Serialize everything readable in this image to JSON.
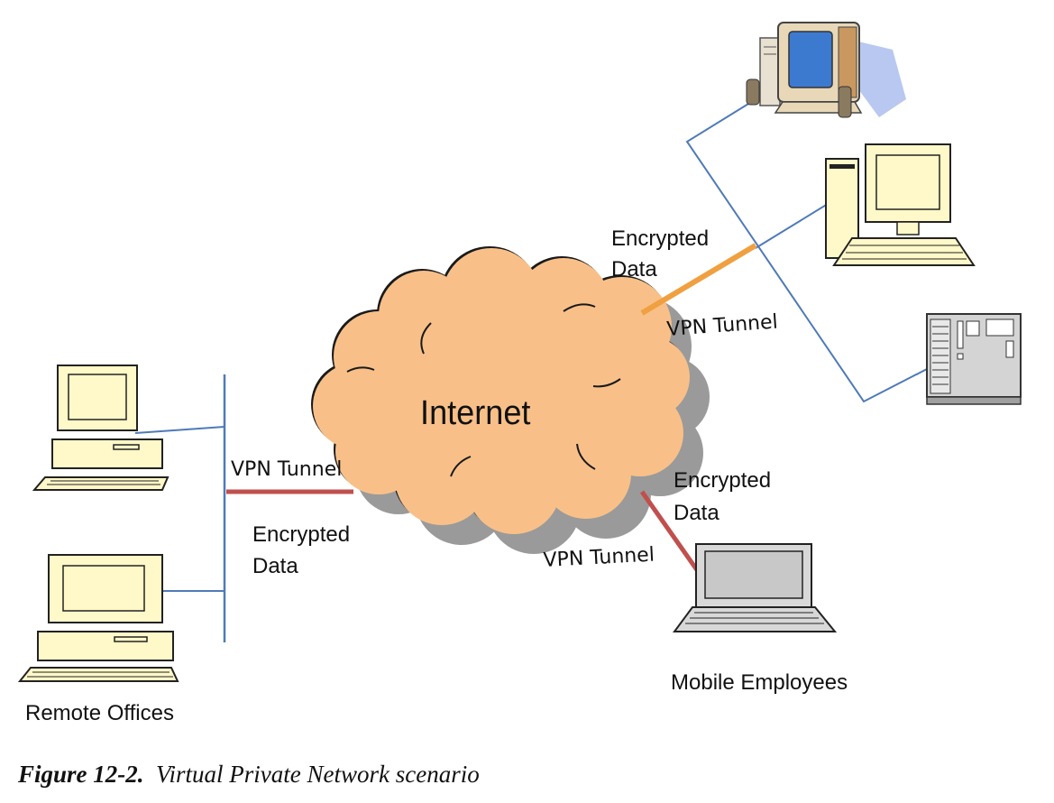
{
  "diagram": {
    "cloud_label": "Internet",
    "left_tunnel": {
      "tunnel": "VPN Tunnel",
      "data_line1": "Encrypted",
      "data_line2": "Data"
    },
    "top_tunnel": {
      "tunnel": "VPN Tunnel",
      "data_line1": "Encrypted",
      "data_line2": "Data"
    },
    "bottom_tunnel": {
      "tunnel": "VPN Tunnel",
      "data_line1": "Encrypted",
      "data_line2": "Data"
    },
    "remote_offices_label": "Remote Offices",
    "mobile_employees_label": "Mobile Employees",
    "colors": {
      "cloud_fill": "#F8C088",
      "cloud_shadow": "#9A9A9A",
      "lan_line": "#4F7AB8",
      "tunnel_red": "#C0504D",
      "tunnel_orange": "#F0A040",
      "monitor_fill": "#FFF8C8",
      "screen_blue": "#3C7AD0",
      "server_gray": "#D4D4D4"
    },
    "icons": [
      "desktop-computer-icon",
      "multimedia-pc-icon",
      "workstation-icon",
      "server-icon",
      "laptop-icon",
      "cloud-icon"
    ]
  },
  "caption": {
    "figure_number": "Figure 12-2.",
    "title": "Virtual Private Network scenario"
  }
}
